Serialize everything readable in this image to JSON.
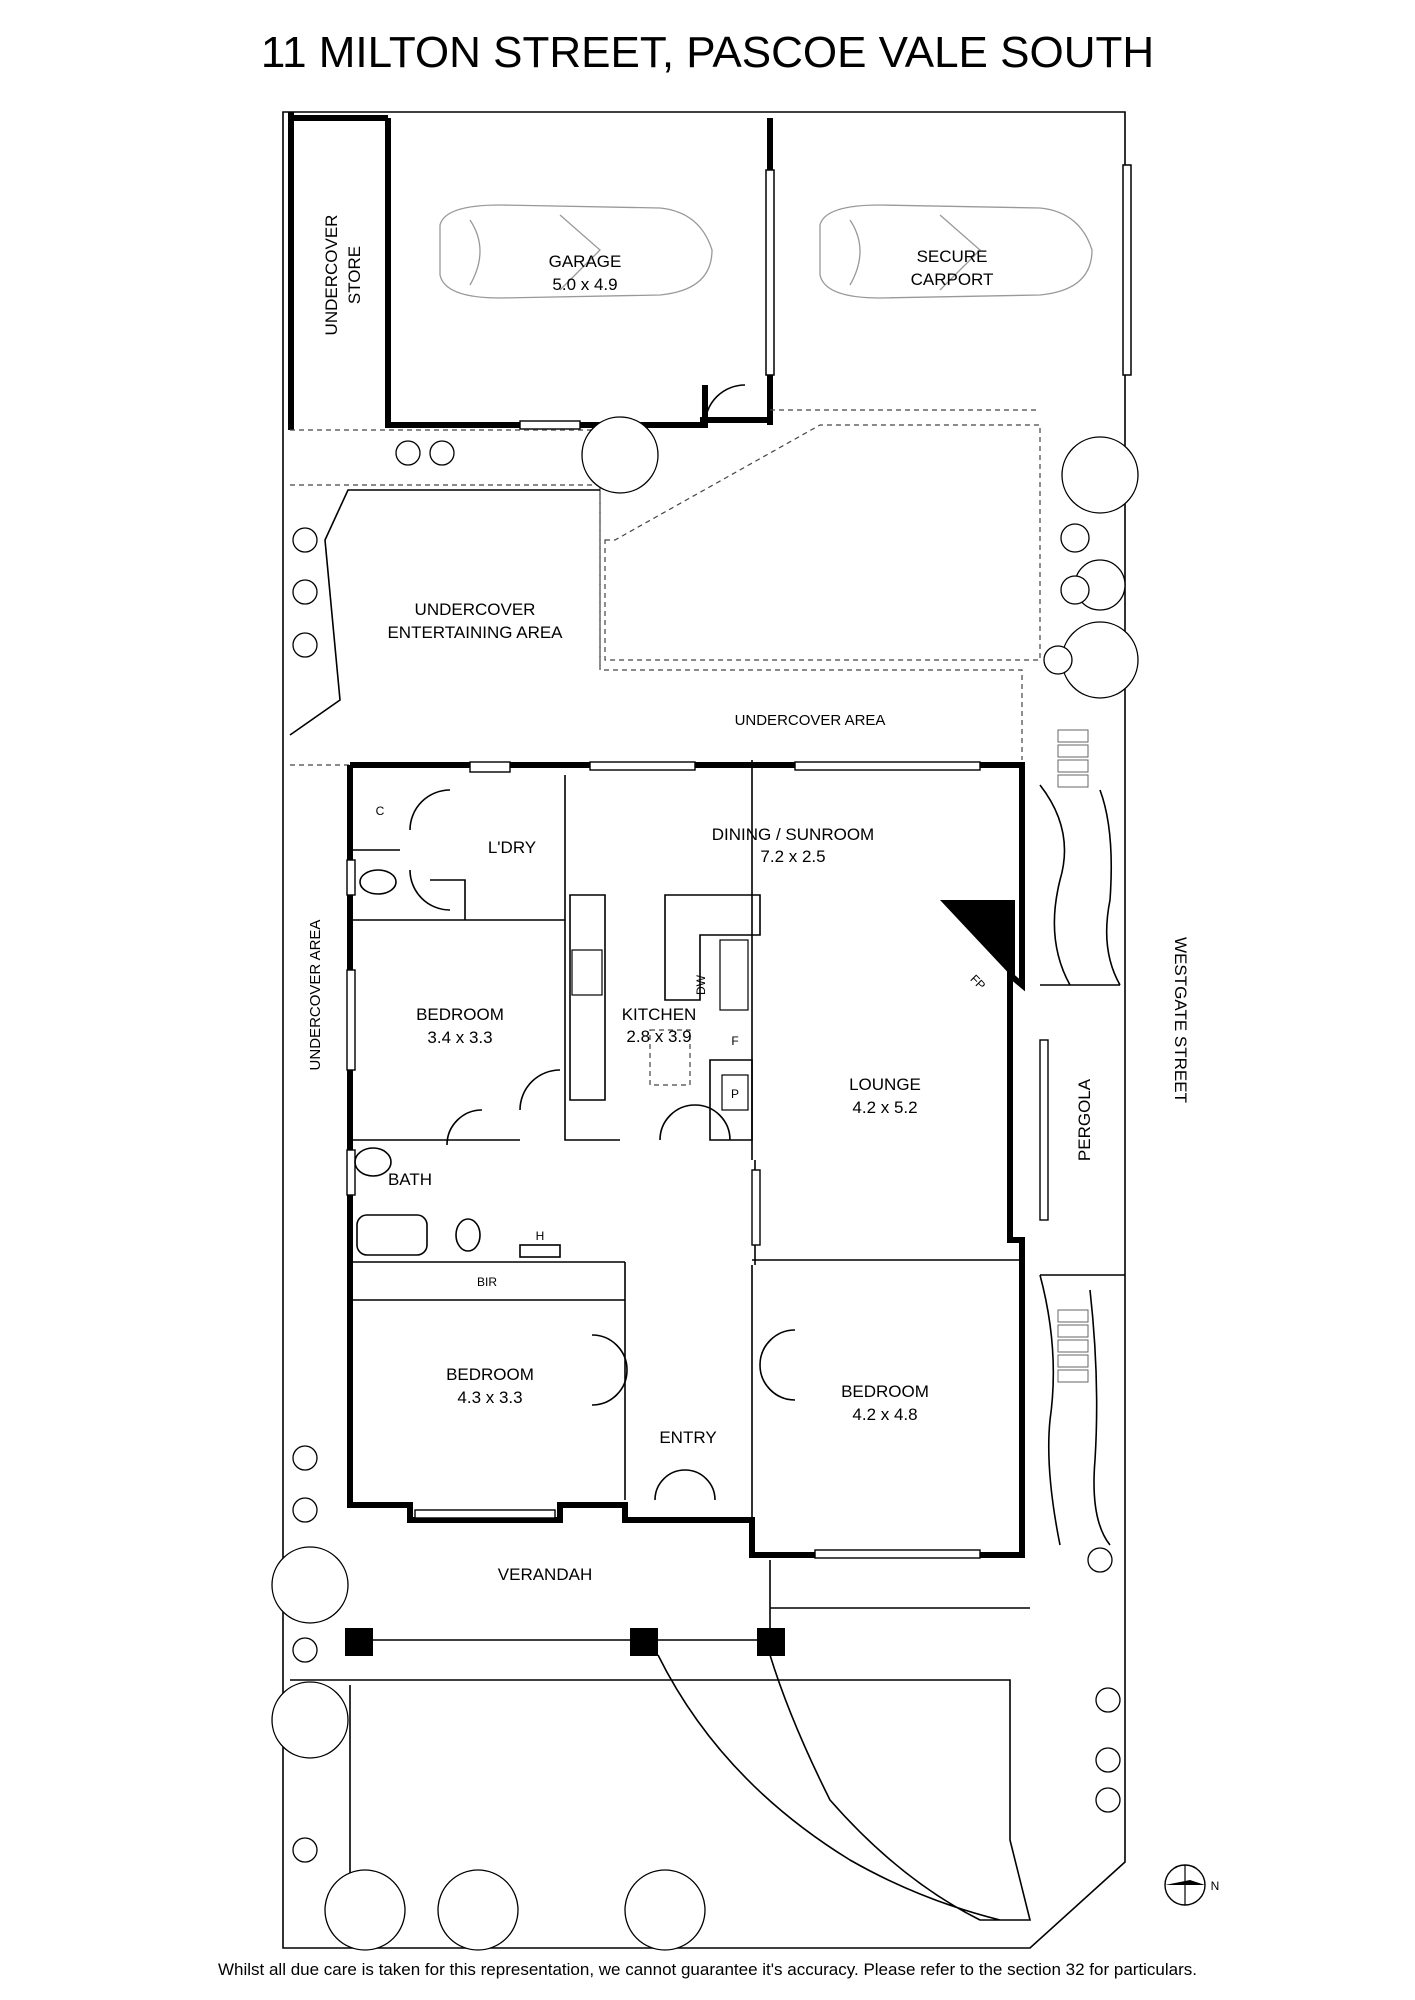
{
  "title": "11 MILTON STREET, PASCOE VALE SOUTH",
  "disclaimer": "Whilst all due care is taken for this representation, we cannot guarantee it's accuracy. Please refer to the section 32 for particulars.",
  "rooms": {
    "garage": {
      "name": "GARAGE",
      "size": "5.0 x 4.9"
    },
    "carport": {
      "line1": "SECURE",
      "line2": "CARPORT"
    },
    "store": {
      "line1": "UNDERCOVER",
      "line2": "STORE"
    },
    "entertaining": {
      "line1": "UNDERCOVER",
      "line2": "ENTERTAINING AREA"
    },
    "undercover_area": "UNDERCOVER AREA",
    "undercover_area_side": "UNDERCOVER AREA",
    "dining": {
      "name": "DINING / SUNROOM",
      "size": "7.2 x 2.5"
    },
    "laundry": "L'DRY",
    "cupboard": "C",
    "bedroom_1": {
      "name": "BEDROOM",
      "size": "3.4 x 3.3"
    },
    "kitchen": {
      "name": "KITCHEN",
      "size": "2.8 x 3.9"
    },
    "dishwasher": "DW",
    "fridge": "F",
    "pantry": "P",
    "fireplace": "FP",
    "lounge": {
      "name": "LOUNGE",
      "size": "4.2 x 5.2"
    },
    "bath": "BATH",
    "heater": "H",
    "bir": "BIR",
    "bedroom_2": {
      "name": "BEDROOM",
      "size": "4.3 x 3.3"
    },
    "bedroom_3": {
      "name": "BEDROOM",
      "size": "4.2 x 4.8"
    },
    "entry": "ENTRY",
    "verandah": "VERANDAH",
    "pergola": "PERGOLA"
  },
  "street": "WESTGATE STREET",
  "compass": "N"
}
